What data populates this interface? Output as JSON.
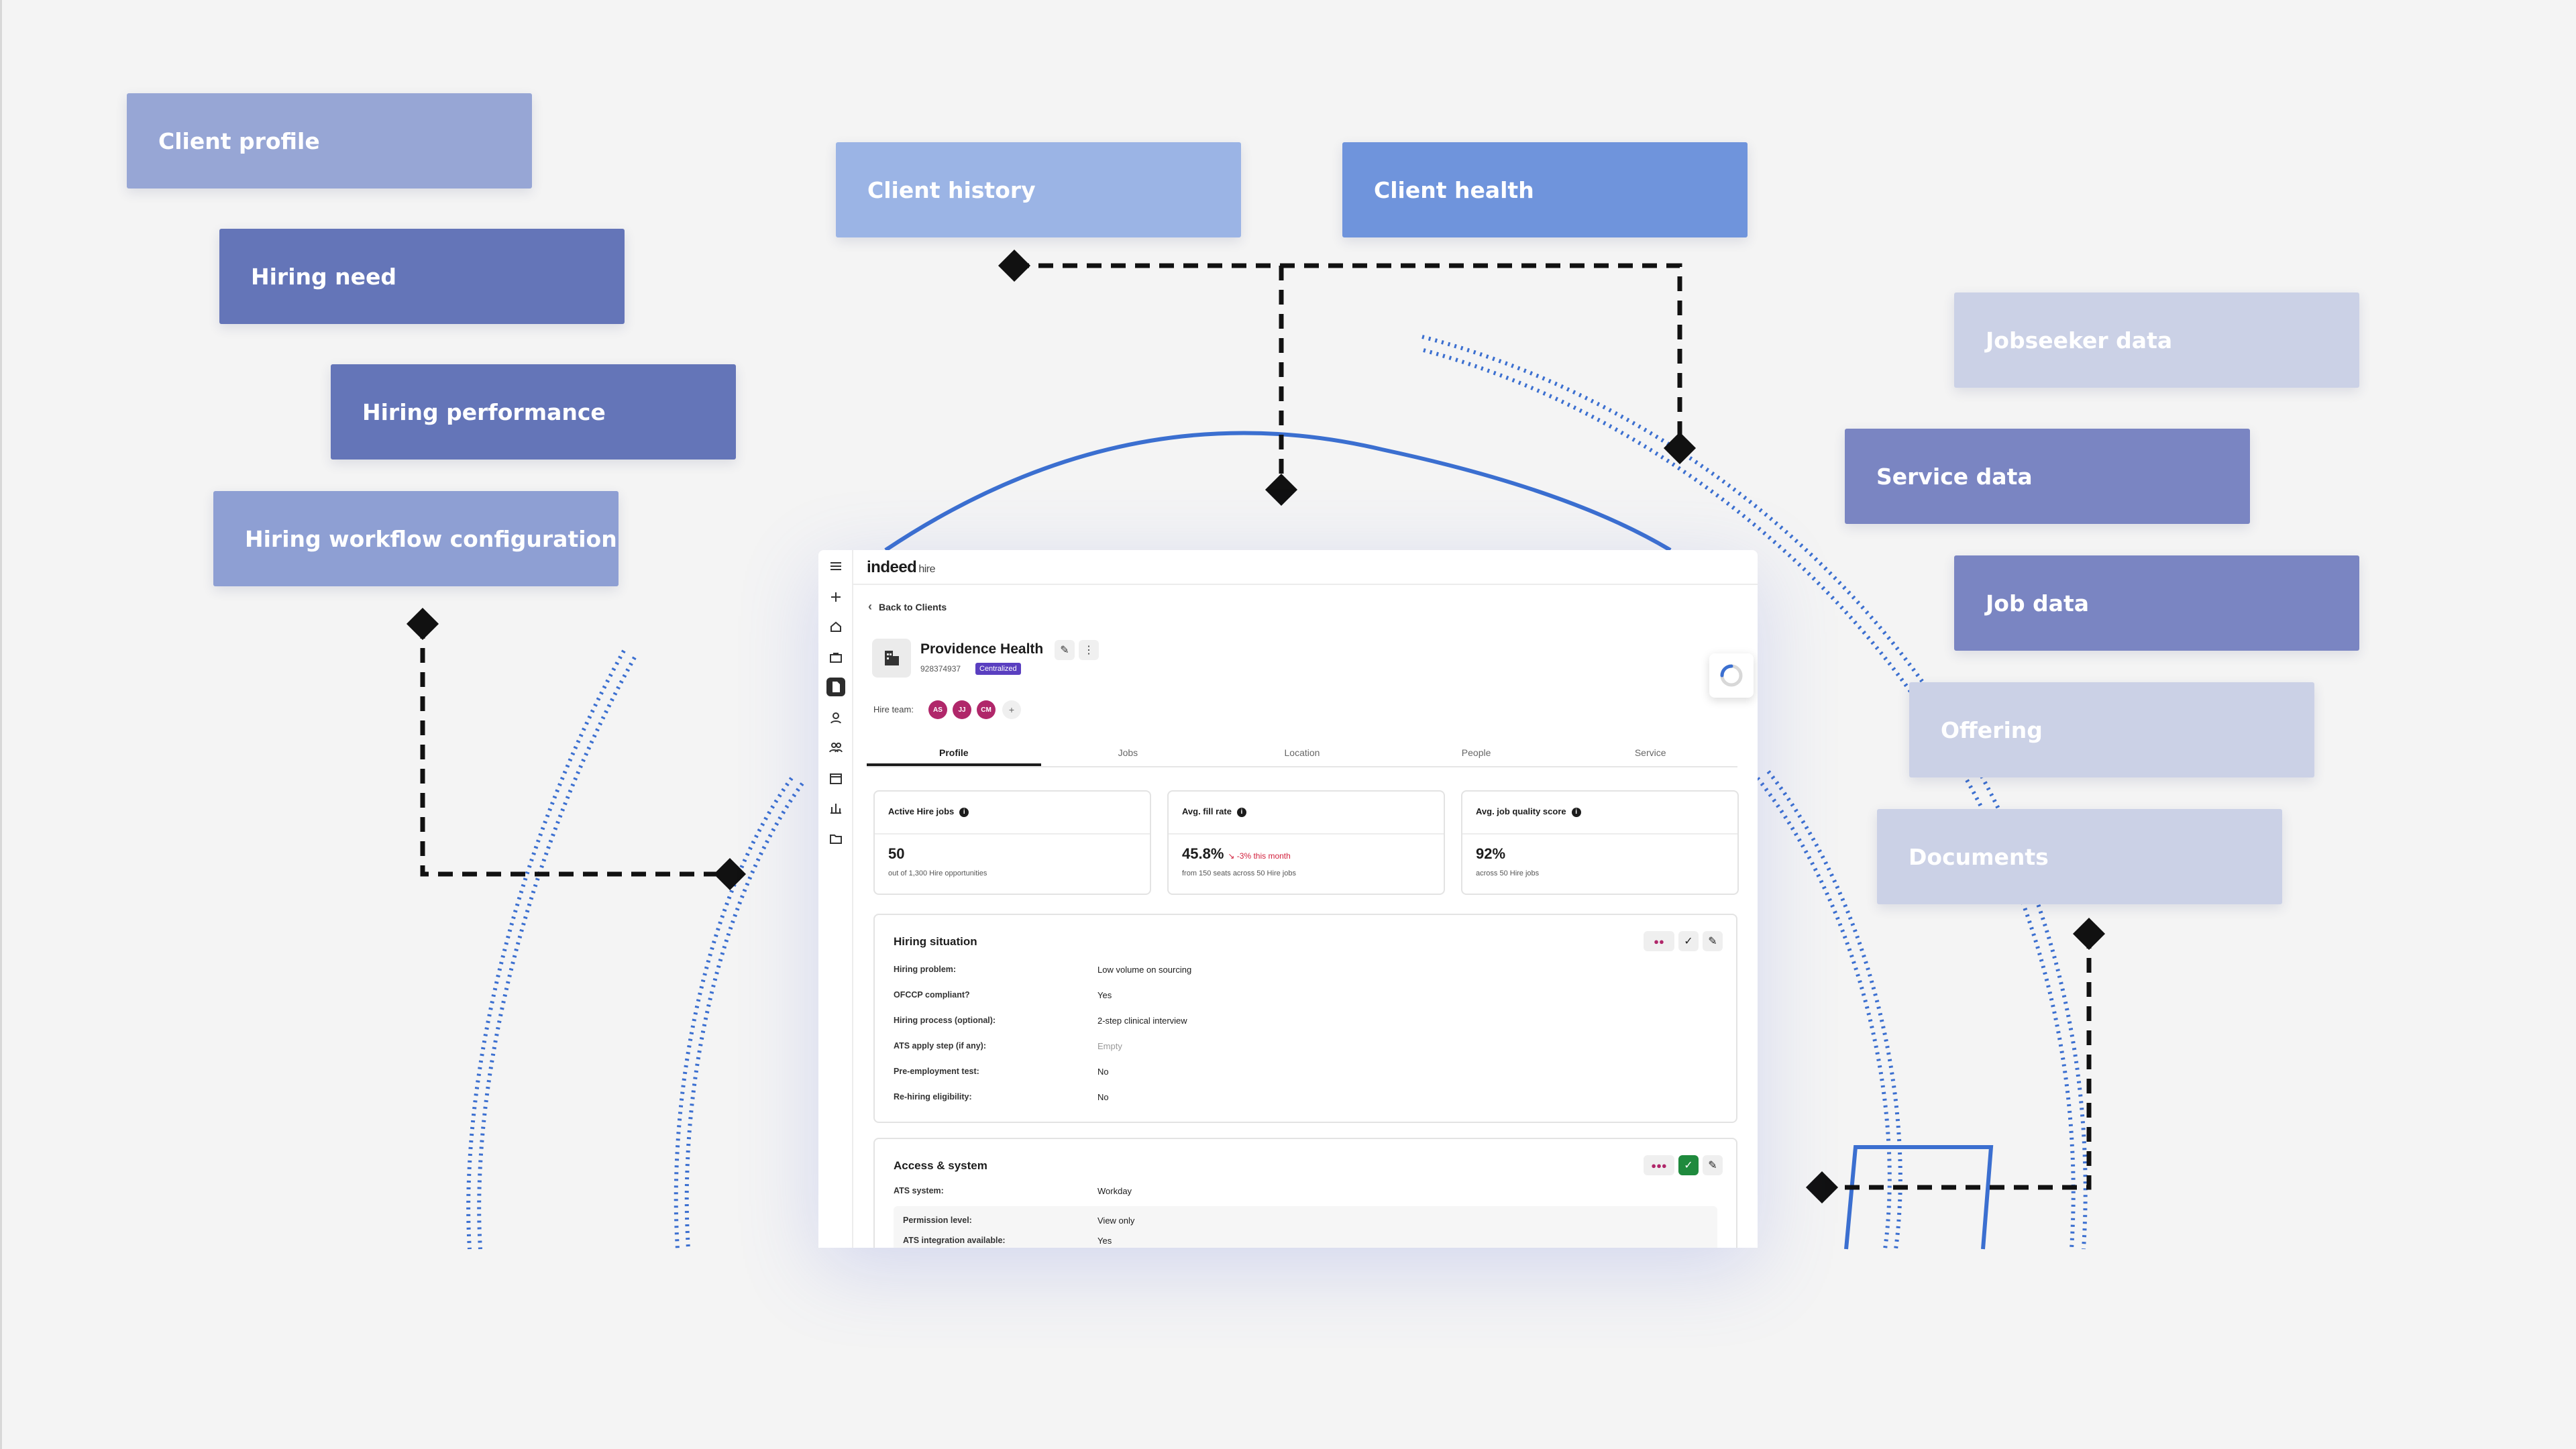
{
  "tags": {
    "client_profile": {
      "label": "Client profile",
      "color": "#97a6d5"
    },
    "hiring_need": {
      "label": "Hiring need",
      "color": "#6475b8"
    },
    "hiring_performance": {
      "label": "Hiring performance",
      "color": "#6475b8"
    },
    "hiring_workflow": {
      "label": "Hiring workflow configuration",
      "color": "#8e9fd3"
    },
    "client_history": {
      "label": "Client history",
      "color": "#9bb4e5"
    },
    "client_health": {
      "label": "Client health",
      "color": "#6f94dc"
    },
    "jobseeker_data": {
      "label": "Jobseeker data",
      "color": "#cbd1e6"
    },
    "service_data": {
      "label": "Service data",
      "color": "#7a85c2"
    },
    "job_data": {
      "label": "Job data",
      "color": "#7a85c2"
    },
    "offering": {
      "label": "Offering",
      "color": "#cbd1e6"
    },
    "documents": {
      "label": "Documents",
      "color": "#cbd1e6"
    }
  },
  "app": {
    "logo_brand": "indeed",
    "logo_product": "hire",
    "back_label": "Back to Clients",
    "client": {
      "name": "Providence Health",
      "id": "928374937",
      "badge": "Centralized"
    },
    "hire_team": {
      "label": "Hire team:",
      "members": [
        "AS",
        "JJ",
        "CM"
      ],
      "add": "+"
    },
    "tabs": [
      "Profile",
      "Jobs",
      "Location",
      "People",
      "Service"
    ],
    "stats": [
      {
        "title": "Active Hire jobs",
        "value": "50",
        "trend": "",
        "sub": "out of 1,300 Hire opportunities"
      },
      {
        "title": "Avg. fill rate",
        "value": "45.8%",
        "trend": "↘ -3% this month",
        "sub": "from 150 seats across 50 Hire jobs"
      },
      {
        "title": "Avg. job quality score",
        "value": "92%",
        "trend": "",
        "sub": "across 50 Hire jobs"
      }
    ],
    "hiring_situation": {
      "title": "Hiring situation",
      "rows": [
        {
          "label": "Hiring problem:",
          "value": "Low volume on sourcing"
        },
        {
          "label": "OFCCP compliant?",
          "value": "Yes"
        },
        {
          "label": "Hiring process (optional):",
          "value": "2-step clinical interview"
        },
        {
          "label": "ATS apply step (if any):",
          "value": "Empty"
        },
        {
          "label": "Pre-employment test:",
          "value": "No"
        },
        {
          "label": "Re-hiring eligibility:",
          "value": "No"
        }
      ]
    },
    "access_system": {
      "title": "Access & system",
      "rows": [
        {
          "label": "ATS system:",
          "value": "Workday"
        },
        {
          "label": "Permission level:",
          "value": "View only"
        },
        {
          "label": "ATS integration available:",
          "value": "Yes"
        }
      ]
    },
    "icons": {
      "rail": [
        "menu-icon",
        "plus-icon",
        "home-icon",
        "briefcase-icon",
        "document-icon",
        "person-icon",
        "people-icon",
        "calendar-icon",
        "chart-icon",
        "folder-icon"
      ]
    }
  }
}
